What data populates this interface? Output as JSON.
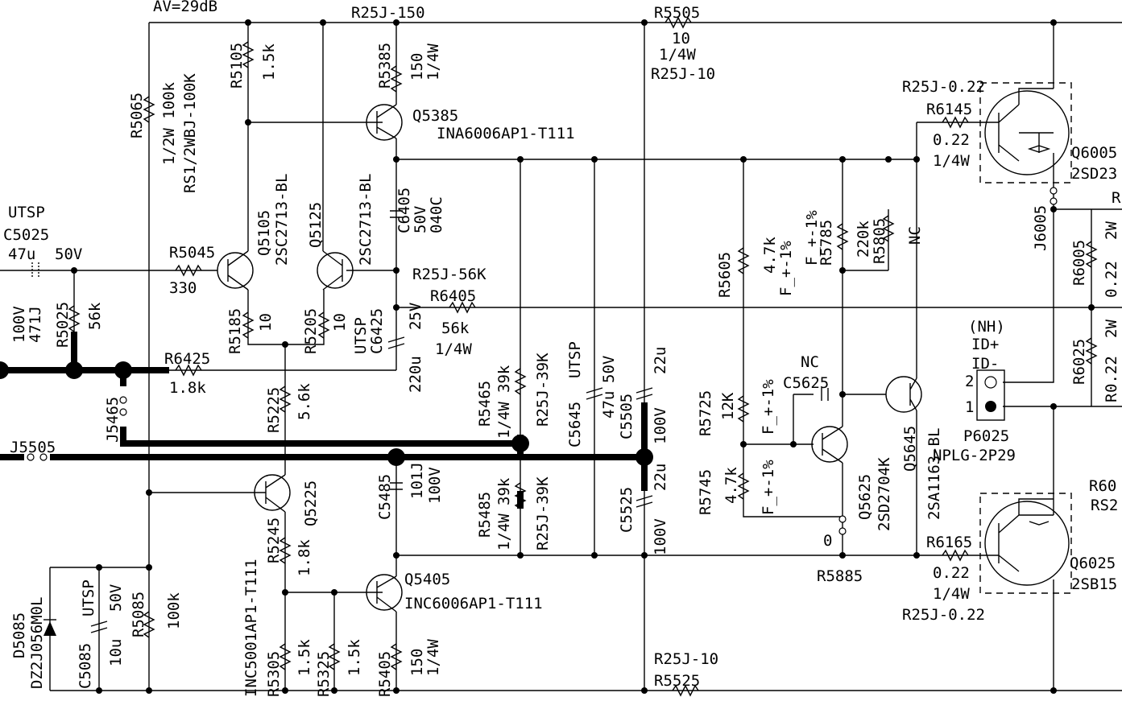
{
  "header": {
    "gain": "AV=29dB"
  },
  "labels": {
    "t_r25j150": "R25J-150",
    "t_r5505": "R5505",
    "t_r5505_v": "10",
    "t_r5505_w": "1/4W",
    "t_r5505_p": "R25J-10",
    "t_r5105": "R5105",
    "t_r5105_v": "1.5k",
    "t_r5385": "R5385",
    "t_r5385_v": "150",
    "t_r5385_w": "1/4W",
    "t_r5065": "R5065",
    "t_r5065_v": "1/2W 100k",
    "t_r5065_p": "RS1/2WBJ-100K",
    "t_q5385": "Q5385",
    "t_q5385_p": "INA6006AP1-T111",
    "t_q5105": "Q5105",
    "t_q5105_p": "2SC2713-BL",
    "t_q5125": "Q5125",
    "t_q5125_p": "2SC2713-BL",
    "t_c6405": "C6405",
    "t_c6405_v": "50V",
    "t_c6405_p": "040C",
    "t_r5045": "R5045",
    "t_r5045_v": "330",
    "t_utsp1": "UTSP",
    "t_c5025": "C5025",
    "t_c5025_v": "47u",
    "t_c5025_w": "50V",
    "t_100v": "100V",
    "t_471j": "471J",
    "t_r5025": "R5025",
    "t_r5025_v": "56k",
    "t_r5185": "R5185",
    "t_r5185_v": "10",
    "t_r5205": "R5205",
    "t_r5205_v": "10",
    "t_utsp2": "UTSP",
    "t_c6425": "C6425",
    "t_c6425_v": "25V",
    "t_c6425_c": "220u",
    "t_r25j56k": "R25J-56K",
    "t_r6405": "R6405",
    "t_r6405_v": "56k",
    "t_r6405_w": "1/4W",
    "t_r6425": "R6425",
    "t_r6425_v": "1.8k",
    "t_j5465": "J5465",
    "t_j5505": "J5505",
    "t_r5225": "R5225",
    "t_r5225_v": "5.6k",
    "t_r5465": "R5465",
    "t_r5465_w": "1/4W",
    "t_r5465_v": "39k",
    "t_r5465_p": "R25J-39K",
    "t_r5485": "R5485",
    "t_r5485_w": "1/4W",
    "t_r5485_v": "39k",
    "t_r5485_p": "R25J-39K",
    "t_utsp3": "UTSP",
    "t_c5645": "C5645",
    "t_c5645_c": "47u",
    "t_c5645_v": "50V",
    "t_c5505": "C5505",
    "t_c5505_c": "22u",
    "t_c5505_v": "100V",
    "t_c5525": "C5525",
    "t_c5525_c": "22u",
    "t_c5525_v": "100V",
    "t_c5485": "C5485",
    "t_c5485_p": "101J",
    "t_c5485_v": "100V",
    "t_q5225": "Q5225",
    "t_q5225_p": "INC5001AP1-T111",
    "t_r5245": "R5245",
    "t_r5245_v": "1.8k",
    "t_q5405": "Q5405",
    "t_q5405_p": "INC6006AP1-T111",
    "t_r5305": "R5305",
    "t_r5305_v": "1.5k",
    "t_r5325": "R5325",
    "t_r5325_v": "1.5k",
    "t_r5405": "R5405",
    "t_r5405_v": "150",
    "t_r5405_w": "1/4W",
    "t_d5085": "D5085",
    "t_d5085_p": "DZ2J056M0L",
    "t_utsp4": "UTSP",
    "t_c5085": "C5085",
    "t_c5085_c": "10u",
    "t_c5085_v": "50V",
    "t_r5085": "R5085",
    "t_r5085_v": "100k",
    "t_r25j10b": "R25J-10",
    "t_r5525": "R5525",
    "t_r5605": "R5605",
    "t_r5605_v": "4.7k",
    "t_r5605_t1": "F_+-1%",
    "t_r5785": "R5785",
    "t_r5785_t1": "F_+-1%",
    "t_r5785_v": "220k",
    "t_r5805": "R5805",
    "t_nc1": "NC",
    "t_r25j022a": "R25J-0.22",
    "t_r6145": "R6145",
    "t_r6145_v": "0.22",
    "t_r6145_w": "1/4W",
    "t_q6005": "Q6005",
    "t_q6005_p": "2SD23",
    "t_j6005": "J6005",
    "t_r6005": "R6005",
    "t_r6005_w": "2W",
    "t_r6005_v": "0.22",
    "t_r6025": "R6025",
    "t_r6025_w": "2W",
    "t_r6025_v": "0.22",
    "t_r6025_p": "R",
    "t_r_top": "R",
    "t_nh": "(NH)",
    "t_idp": "ID+",
    "t_idm": "ID-",
    "t_p1": "1",
    "t_p2": "2",
    "t_p6025": "P6025",
    "t_p6025_p": "NPLG-2P29",
    "t_r5725": "R5725",
    "t_r5725_v": "12K",
    "t_r5725_t": "F_+-1%",
    "t_nc2": "NC",
    "t_c5625": "C5625",
    "t_r5745": "R5745",
    "t_r5745_v": "4.7k",
    "t_r5745_t": "F_+-1%",
    "t_q5625": "Q5625",
    "t_q5625_p": "2SD2704K",
    "t_q5645": "Q5645",
    "t_q5645_p": "2SA1163-BL",
    "t_zero": "0",
    "t_r5885": "R5885",
    "t_r6165": "R6165",
    "t_r6165_v": "0.22",
    "t_r6165_w": "1/4W",
    "t_r6165_p": "R25J-0.22",
    "t_q6025": "Q6025",
    "t_q6025_p": "2SB15",
    "t_r60": "R60",
    "t_rs2": "RS2"
  }
}
